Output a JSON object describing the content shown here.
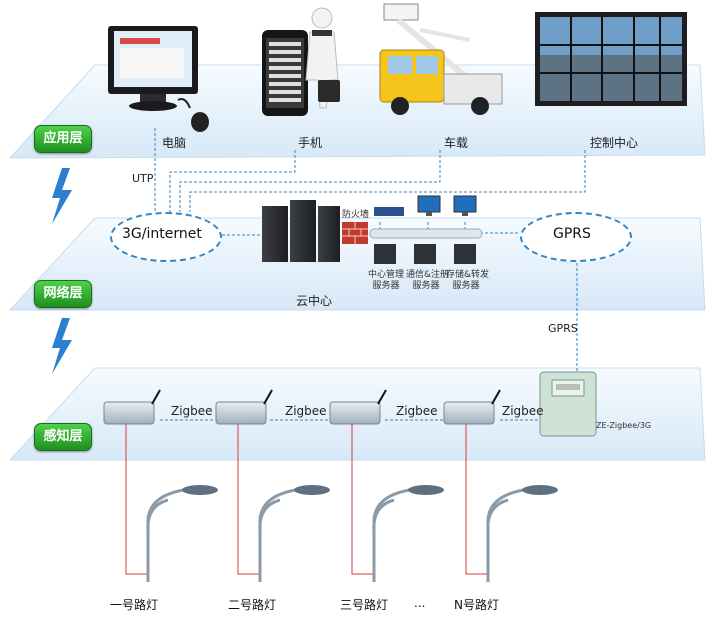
{
  "layers": {
    "application": "应用层",
    "network": "网络层",
    "perception": "感知层"
  },
  "application": {
    "computer": "电脑",
    "phone": "手机",
    "vehicle": "车载",
    "control_center": "控制中心",
    "utp": "UTP"
  },
  "network": {
    "internet_cloud": "3G/internet",
    "gprs_cloud": "GPRS",
    "firewall": "防火墙",
    "cloud_center": "云中心",
    "servers": [
      {
        "line1": "中心管理",
        "line2": "服务器"
      },
      {
        "line1": "通信&注册",
        "line2": "服务器"
      },
      {
        "line1": "存储&转发",
        "line2": "服务器"
      }
    ],
    "gprs_link": "GPRS"
  },
  "perception": {
    "zigbee": [
      "Zigbee",
      "Zigbee",
      "Zigbee",
      "Zigbee"
    ],
    "gateway": "ZE-Zigbee/3G"
  },
  "lamps": [
    "一号路灯",
    "二号路灯",
    "三号路灯",
    "N号路灯"
  ],
  "ellipsis": "...",
  "colors": {
    "plate": "#e8f2fb",
    "dashed_link": "#2f86c9",
    "wire": "#d83a3a",
    "badge": "#2aa52a",
    "lightning": "#2a7fd0"
  }
}
